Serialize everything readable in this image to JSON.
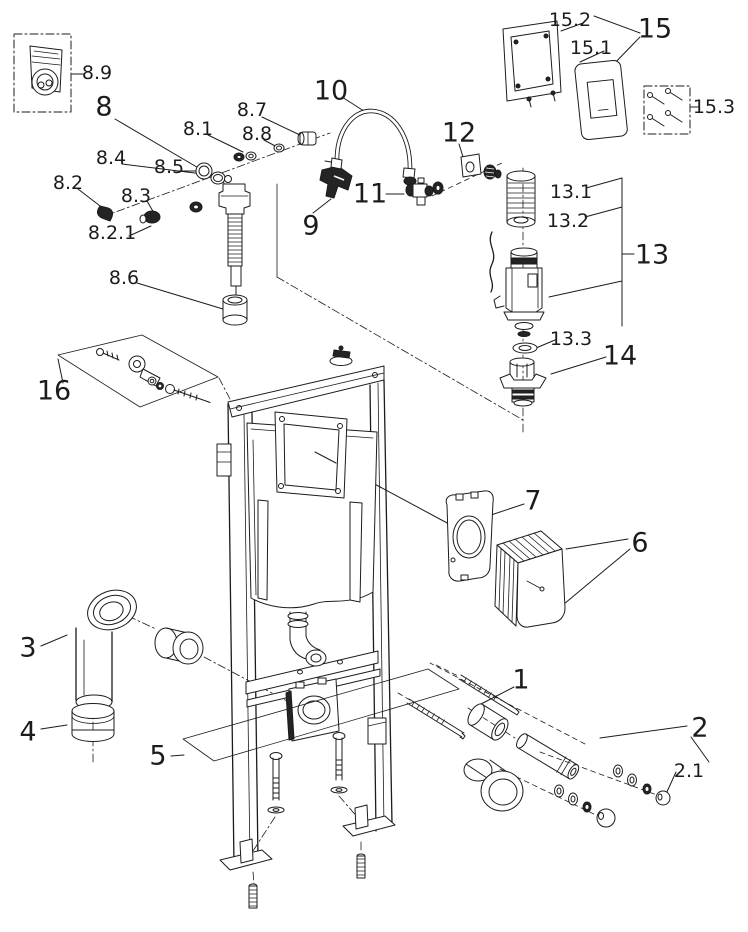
{
  "colors": {
    "background": "#ffffff",
    "line": "#1c1c1c",
    "dark_fill": "#242424"
  },
  "labels": {
    "l1": {
      "text": "1"
    },
    "l2": {
      "text": "2"
    },
    "l2_1": {
      "text": "2.1"
    },
    "l3": {
      "text": "3"
    },
    "l4": {
      "text": "4"
    },
    "l5": {
      "text": "5"
    },
    "l6": {
      "text": "6"
    },
    "l7": {
      "text": "7"
    },
    "l8": {
      "text": "8"
    },
    "l8_1": {
      "text": "8.1"
    },
    "l8_2": {
      "text": "8.2"
    },
    "l8_2_1": {
      "text": "8.2.1"
    },
    "l8_3": {
      "text": "8.3"
    },
    "l8_4": {
      "text": "8.4"
    },
    "l8_5": {
      "text": "8.5"
    },
    "l8_6": {
      "text": "8.6"
    },
    "l8_7": {
      "text": "8.7"
    },
    "l8_8": {
      "text": "8.8"
    },
    "l8_9": {
      "text": "8.9"
    },
    "l9": {
      "text": "9"
    },
    "l10": {
      "text": "10"
    },
    "l11": {
      "text": "11"
    },
    "l12": {
      "text": "12"
    },
    "l13": {
      "text": "13"
    },
    "l13_1": {
      "text": "13.1"
    },
    "l13_2": {
      "text": "13.2"
    },
    "l13_3": {
      "text": "13.3"
    },
    "l14": {
      "text": "14"
    },
    "l15": {
      "text": "15"
    },
    "l15_1": {
      "text": "15.1"
    },
    "l15_2": {
      "text": "15.2"
    },
    "l15_3": {
      "text": "15.3"
    },
    "l16": {
      "text": "16"
    }
  }
}
